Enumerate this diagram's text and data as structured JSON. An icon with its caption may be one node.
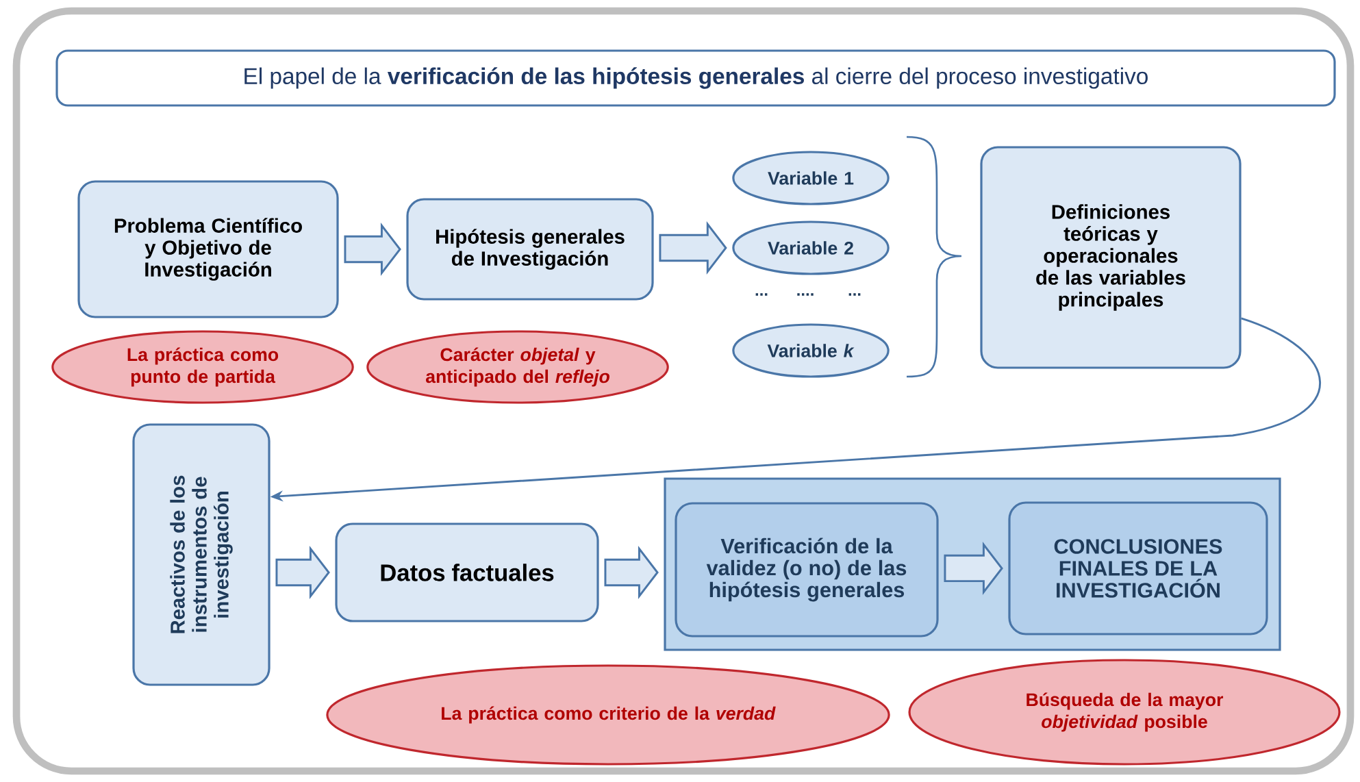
{
  "diagram": {
    "title": "El papel de la **verificación de las hipótesis generales** al cierre del proceso investigativo",
    "nodes": [
      {
        "text": [
          "Problema Científico y Objetivo de Investigación"
        ]
      },
      {
        "text": [
          "Hipótesis generales de Investigación"
        ]
      },
      {
        "text": [
          "Variable 1"
        ]
      },
      {
        "text": [
          "Variable 2"
        ]
      },
      {
        "text": [
          "Variable *k*"
        ]
      },
      {
        "text": [
          "Definiciones teóricas y operacionales de las variables principales"
        ]
      },
      {
        "text": [
          "La práctica como punto de partida"
        ]
      },
      {
        "text": [
          "Carácter *objetal* y anticipado del *reflejo*"
        ]
      },
      {
        "text": [
          "Reactivos de los instrumentos de investigación"
        ]
      },
      {
        "text": [
          "Datos factuales"
        ]
      },
      {
        "text": [],
        "shape": "box"
      },
      {
        "text": [
          "Verificación de la validez (o no) de las hipótesis generales"
        ],
        "in": 10
      },
      {
        "text": [
          "CONCLUSIONES FINALES DE LA INVESTIGACIÓN"
        ],
        "in": 10
      },
      {
        "text": [
          "La práctica como criterio de la *verdad*"
        ]
      },
      {
        "text": [
          "Búsqueda de la mayor *objetividad* posible"
        ]
      }
    ],
    "edges": [
      {
        "from": 0,
        "to": 1,
        "arrow": "to",
        "style": "thick"
      },
      {
        "from": 1,
        "to": 3,
        "arrow": "to",
        "style": "thick"
      },
      {
        "from": 5,
        "to": 8,
        "arrow": "to"
      },
      {
        "from": 8,
        "to": 9,
        "arrow": "to",
        "style": "thick"
      },
      {
        "from": 9,
        "to": 10,
        "arrow": "to",
        "style": "thick"
      },
      {
        "from": 11,
        "to": 12,
        "arrow": "to",
        "style": "thick"
      }
    ],
    "labels": [
      "...",
      "....",
      "..."
    ]
  }
}
